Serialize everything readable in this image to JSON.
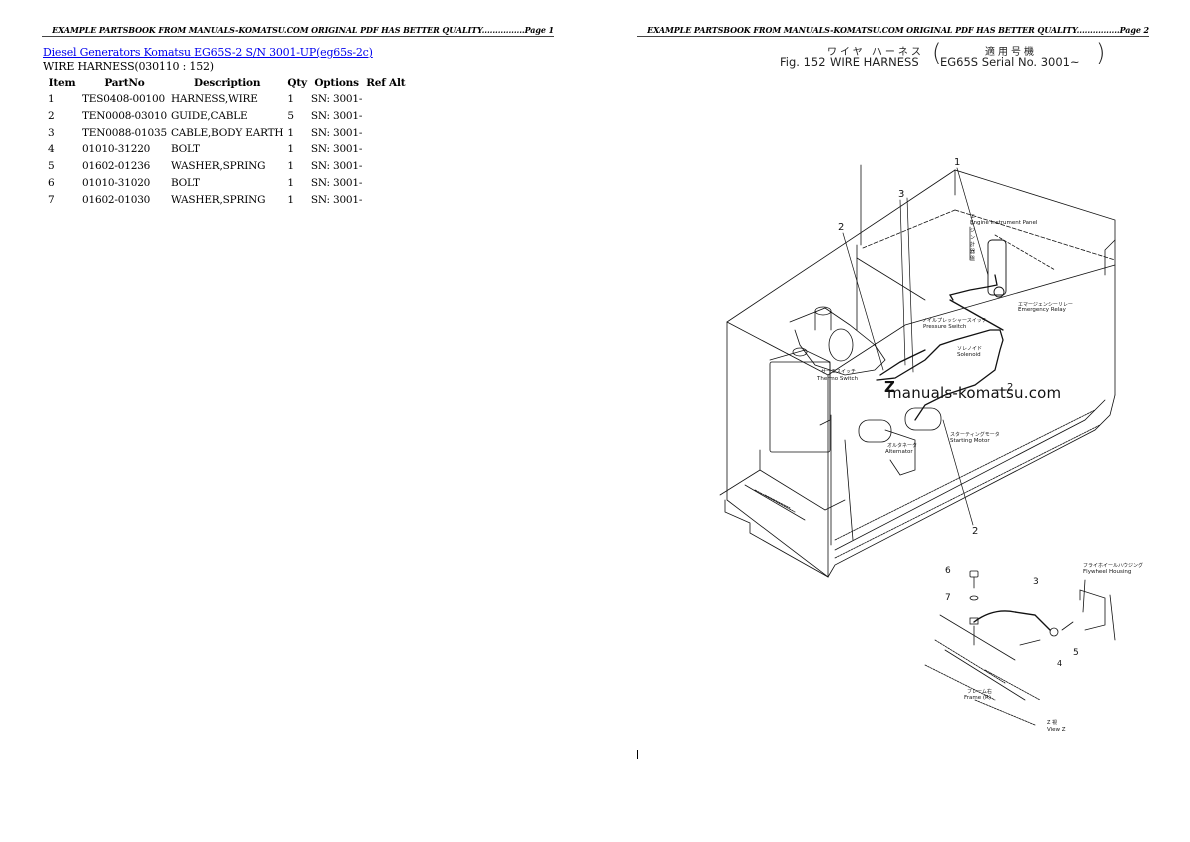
{
  "left_page": {
    "header": "EXAMPLE PARTSBOOK FROM MANUALS-KOMATSU.COM ORIGINAL PDF HAS BETTER QUALITY................Page 1",
    "breadcrumb": {
      "link1": "Diesel Generators Komatsu",
      "link2": "EG65S-2 S/N 3001-UP(eg65s-2c)"
    },
    "subtitle": "WIRE HARNESS(030110 : 152)",
    "table": {
      "columns": [
        "Item",
        "PartNo",
        "Description",
        "Qty",
        "Options",
        "Ref Alt"
      ],
      "rows": [
        {
          "item": "1",
          "part_no": "TES0408-00100",
          "description": "HARNESS,WIRE",
          "qty": "1",
          "options": "SN: 3001-",
          "ref_alt": ""
        },
        {
          "item": "2",
          "part_no": "TEN0008-03010",
          "description": "GUIDE,CABLE",
          "qty": "5",
          "options": "SN: 3001-",
          "ref_alt": ""
        },
        {
          "item": "3",
          "part_no": "TEN0088-01035",
          "description": "CABLE,BODY EARTH",
          "qty": "1",
          "options": "SN: 3001-",
          "ref_alt": ""
        },
        {
          "item": "4",
          "part_no": "01010-31220",
          "description": "BOLT",
          "qty": "1",
          "options": "SN: 3001-",
          "ref_alt": ""
        },
        {
          "item": "5",
          "part_no": "01602-01236",
          "description": "WASHER,SPRING",
          "qty": "1",
          "options": "SN: 3001-",
          "ref_alt": ""
        },
        {
          "item": "6",
          "part_no": "01010-31020",
          "description": "BOLT",
          "qty": "1",
          "options": "SN: 3001-",
          "ref_alt": ""
        },
        {
          "item": "7",
          "part_no": "01602-01030",
          "description": "WASHER,SPRING",
          "qty": "1",
          "options": "SN: 3001-",
          "ref_alt": ""
        }
      ]
    }
  },
  "right_page": {
    "header": "EXAMPLE PARTSBOOK FROM MANUALS-KOMATSU.COM ORIGINAL PDF HAS BETTER QUALITY................Page 2",
    "figure": {
      "fig_label": "Fig. 152",
      "title_jp": "ワイヤ ハーネス",
      "title_en": "WIRE HARNESS",
      "applicability_jp": "適用号機",
      "applicability_en": "EG65S Serial No. 3001~",
      "callouts": {
        "engine_panel_jp": "エンジン計器盤",
        "engine_panel": "Engine Instrument Panel",
        "emergency_relay_jp": "エマージェンシーリレー",
        "emergency_relay": "Emergency Relay",
        "pressure_switch_jp": "ノイルプレッシャースイッチ",
        "pressure_switch": "Pressure Switch",
        "solenoid_jp": "ソレノイド",
        "solenoid": "Solenoid",
        "thermo_switch_jp": "サーモスイッチ",
        "thermo_switch": "Thermo Switch",
        "alternator_jp": "オルタネータ",
        "alternator": "Alternator",
        "starting_motor_jp": "スターティングモータ",
        "starting_motor": "Starting Motor",
        "flywheel_housing_jp": "フライホイールハウジング",
        "flywheel_housing": "Flywheel Housing",
        "frame_jp": "フレーム右",
        "frame": "Frame (R)",
        "view_jp": "Z 視",
        "view": "View Z",
        "z_marker": "Z"
      },
      "item_numbers": [
        "1",
        "2",
        "3",
        "2",
        "2",
        "3",
        "5",
        "6",
        "7",
        "4"
      ],
      "watermark": "manuals-komatsu.com"
    }
  }
}
